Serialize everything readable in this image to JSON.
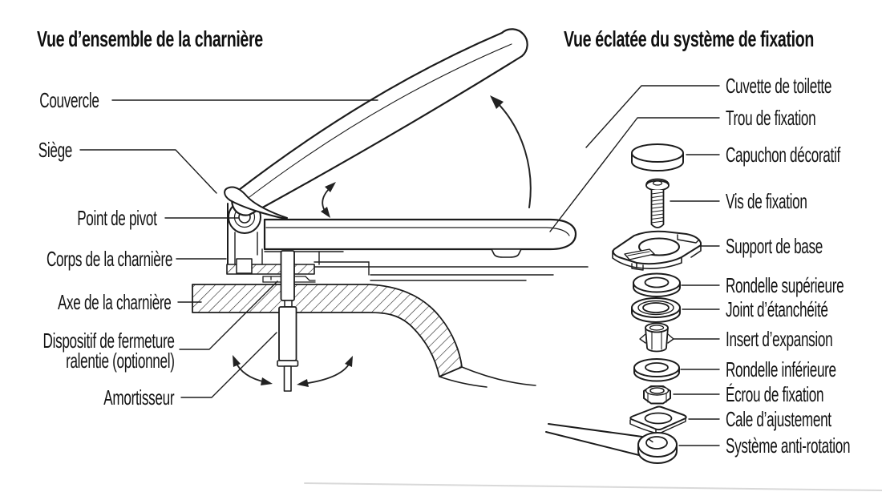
{
  "colors": {
    "background": "#ffffff",
    "line": "#1c1c1c",
    "text": "#141414",
    "faint_line": "#d9d9d9"
  },
  "overview": {
    "title": "Vue d’ensemble de la charnière",
    "labels": {
      "couvercle": "Couvercle",
      "siege": "Siège",
      "point_de_pivot": "Point de pivot",
      "corps": "Corps de la charnière",
      "axe": "Axe de la charnière",
      "dispositif_line1": "Dispositif de fermeture",
      "dispositif_line2": "ralentie (optionnel)",
      "amortisseur": "Amortisseur"
    }
  },
  "exploded": {
    "title": "Vue éclatée du système de fixation",
    "labels": {
      "cuvette": "Cuvette de toilette",
      "trou": "Trou de fixation",
      "capuchon": "Capuchon décoratif",
      "vis": "Vis de fixation",
      "support": "Support de base",
      "rondelle_sup": "Rondelle supérieure",
      "joint": "Joint d’étanchéité",
      "insert": "Insert d’expansion",
      "rondelle_inf": "Rondelle inférieure",
      "ecrou": "Écrou de fixation",
      "cale": "Cale d’ajustement",
      "systeme": "Système anti-rotation"
    }
  }
}
